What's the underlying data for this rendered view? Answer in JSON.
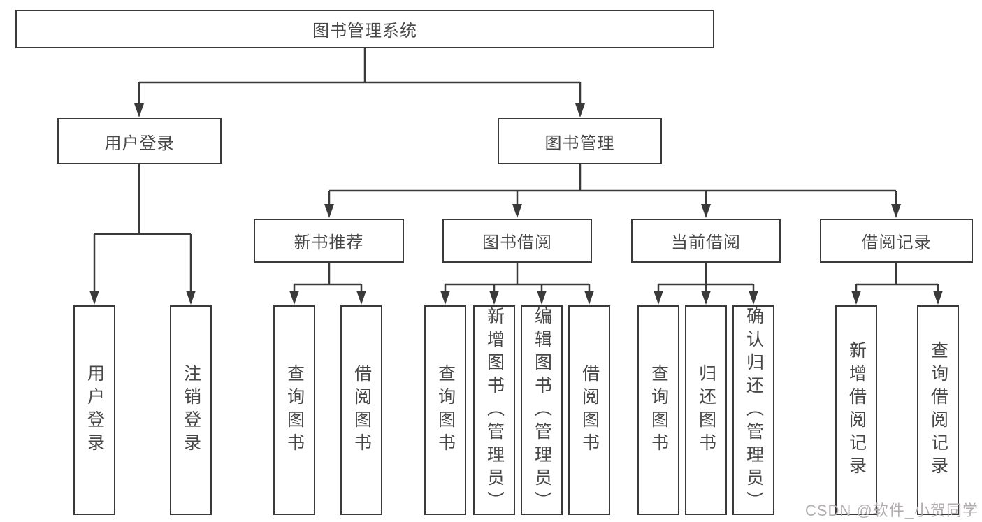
{
  "diagram_title": "图书管理系统",
  "nodes": {
    "root": "图书管理系统",
    "user_login": "用户登录",
    "book_mgmt": "图书管理",
    "new_book_rec": "新书推荐",
    "book_borrow": "图书借阅",
    "current_borrow": "当前借阅",
    "borrow_records": "借阅记录",
    "ul_login": "用户登录",
    "ul_logout": "注销登录",
    "nb_query": "查询图书",
    "nb_borrow": "借阅图书",
    "bb_query": "查询图书",
    "bb_add": "新增图书（管理员）",
    "bb_edit": "编辑图书（管理员）",
    "bb_borrow": "借阅图书",
    "cb_query": "查询图书",
    "cb_return": "归还图书",
    "cb_confirm": "确认归还（管理员）",
    "br_add": "新增借阅记录",
    "br_query": "查询借阅记录"
  },
  "watermark": "CSDN @软件_小贺同学",
  "colors": {
    "line": "#3a3a3a",
    "text": "#474747",
    "watermark": "#b2aeae",
    "background": "#ffffff"
  }
}
